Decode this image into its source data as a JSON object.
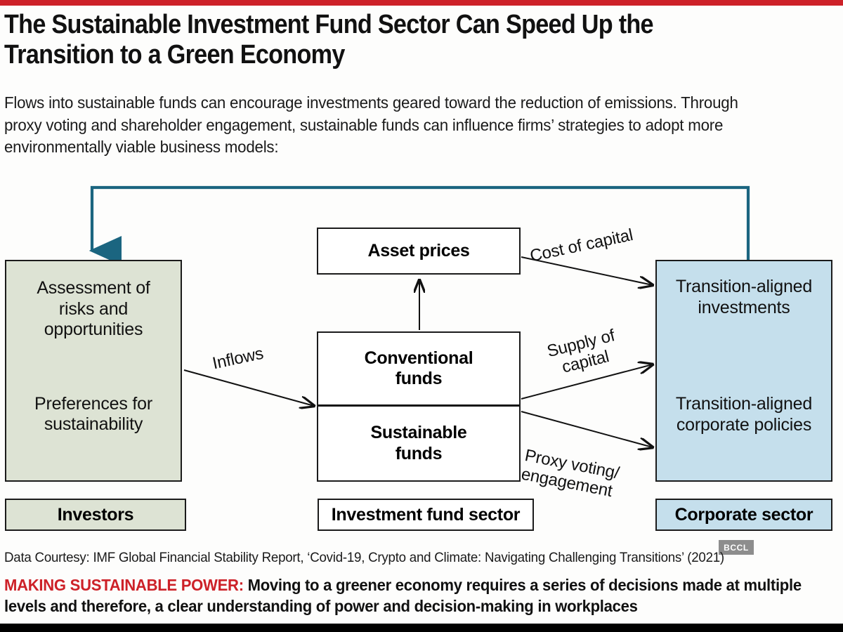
{
  "headline": "The Sustainable Investment Fund Sector Can Speed Up the Transition to a Green Economy",
  "standfirst": "Flows into sustainable funds can encourage investments geared toward the reduction of emissions. Through proxy voting and shareholder engagement, sustainable funds can influence firms’ strategies to adopt more environmentally viable business models:",
  "diagram": {
    "nodes": {
      "investors": {
        "line1": "Assessment of\nrisks and\nopportunities",
        "line2": "Preferences for\nsustainability"
      },
      "asset_prices": "Asset prices",
      "conventional_funds": "Conventional\nfunds",
      "sustainable_funds": "Sustainable\nfunds",
      "corporate": {
        "line1": "Transition-aligned\ninvestments",
        "line2": "Transition-aligned\ncorporate policies"
      }
    },
    "flow_labels": {
      "inflows": "Inflows",
      "cost_of_capital": "Cost of capital",
      "supply_of_capital": "Supply of\ncapital",
      "proxy_voting": "Proxy voting/\nengagement"
    },
    "captions": {
      "investors": "Investors",
      "fund_sector": "Investment fund sector",
      "corporate": "Corporate sector"
    },
    "colors": {
      "investors_fill": "#dde3d4",
      "corporate_fill": "#c5dfec",
      "feedback_arrow": "#1b6580",
      "node_stroke": "#1b1b1b"
    }
  },
  "watermark": "BCCL",
  "source_line": "Data Courtesy: IMF Global Financial Stability Report, ‘Covid-19, Crypto and Climate: Navigating Challenging Transitions’ (2021)",
  "kicker": {
    "label": "MAKING SUSTAINABLE POWER:",
    "text": " Moving to a greener economy requires a series of decisions made at multiple levels and therefore, a clear understanding of power and decision-making in workplaces"
  },
  "chart_data": {
    "type": "diagram",
    "title": "The Sustainable Investment Fund Sector Can Speed Up the Transition to a Green Economy",
    "nodes": [
      {
        "id": "investors",
        "label": "Assessment of risks and opportunities / Preferences for sustainability",
        "group": "Investors",
        "fill": "#dde3d4"
      },
      {
        "id": "asset_prices",
        "label": "Asset prices",
        "group": "Investment fund sector",
        "fill": "#ffffff"
      },
      {
        "id": "conventional_funds",
        "label": "Conventional funds",
        "group": "Investment fund sector",
        "fill": "#ffffff"
      },
      {
        "id": "sustainable_funds",
        "label": "Sustainable funds",
        "group": "Investment fund sector",
        "fill": "#ffffff"
      },
      {
        "id": "transition_investments",
        "label": "Transition-aligned investments",
        "group": "Corporate sector",
        "fill": "#c5dfec"
      },
      {
        "id": "transition_policies",
        "label": "Transition-aligned corporate policies",
        "group": "Corporate sector",
        "fill": "#c5dfec"
      }
    ],
    "edges": [
      {
        "from": "investors",
        "to": "conventional_funds",
        "label": "Inflows",
        "style": "solid"
      },
      {
        "from": "conventional_funds",
        "to": "asset_prices",
        "label": "",
        "style": "solid"
      },
      {
        "from": "asset_prices",
        "to": "transition_investments",
        "label": "Cost of capital",
        "style": "solid"
      },
      {
        "from": "conventional_funds",
        "to": "transition_investments",
        "label": "Supply of capital",
        "style": "solid"
      },
      {
        "from": "sustainable_funds",
        "to": "transition_policies",
        "label": "Proxy voting/ engagement",
        "style": "solid"
      },
      {
        "from": "transition_policies",
        "to": "transition_investments",
        "label": "",
        "style": "dashed"
      },
      {
        "from": "transition_investments",
        "to": "investors",
        "label": "",
        "style": "feedback-loop",
        "color": "#1b6580"
      }
    ]
  }
}
